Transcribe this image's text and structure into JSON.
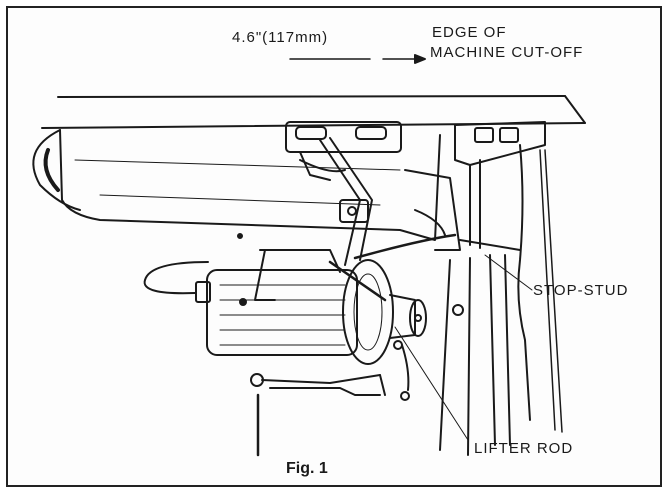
{
  "figure": {
    "caption": "Fig. 1",
    "labels": {
      "dimension": "4.6\"(117mm)",
      "edge_line1": "EDGE OF",
      "edge_line2": "MACHINE CUT-OFF",
      "stop_stud": "STOP-STUD",
      "lifter_rod": "LIFTER ROD"
    }
  }
}
